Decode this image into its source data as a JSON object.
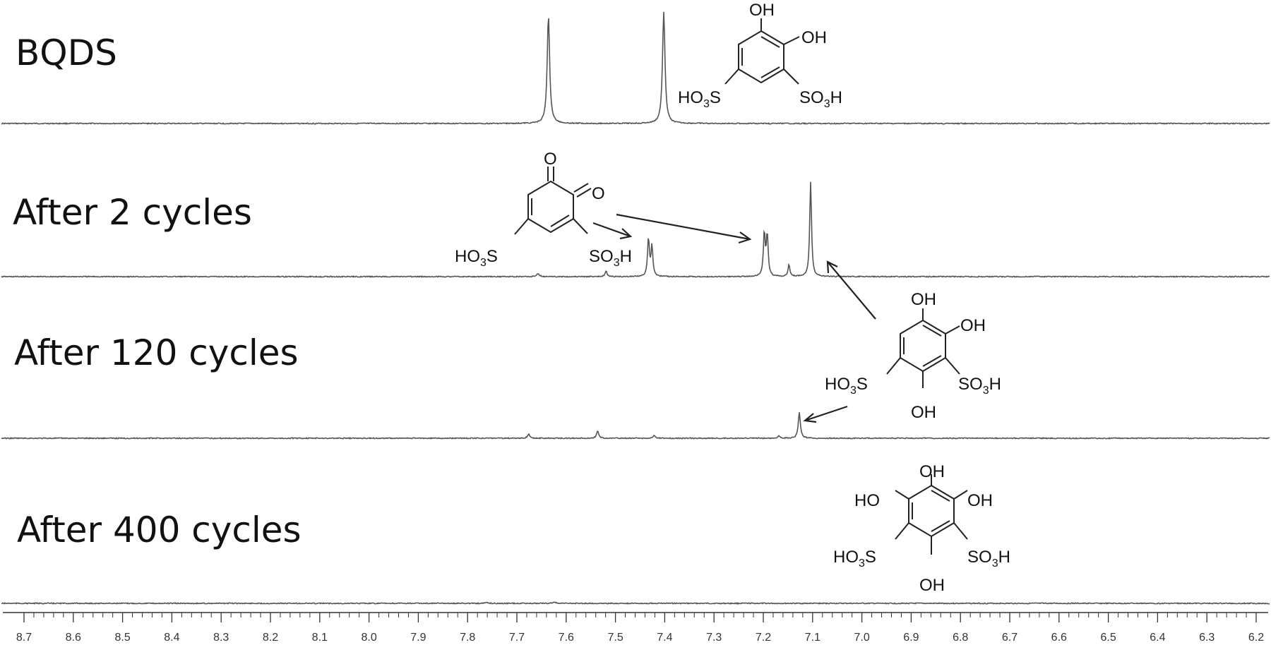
{
  "chart_data": {
    "type": "line",
    "title": "",
    "xlabel": "",
    "ylabel": "",
    "x_axis": {
      "min": 6.2,
      "max": 8.7,
      "reversed": true,
      "major_step": 0.1,
      "tick_labels": [
        "8.7",
        "8.6",
        "8.5",
        "8.4",
        "8.3",
        "8.2",
        "8.1",
        "8.0",
        "7.9",
        "7.8",
        "7.7",
        "7.6",
        "7.5",
        "7.4",
        "7.3",
        "7.2",
        "7.1",
        "7.0",
        "6.9",
        "6.8",
        "6.7",
        "6.6",
        "6.5",
        "6.4",
        "6.3",
        "6.2"
      ]
    },
    "grid": false,
    "legend": "none",
    "series": [
      {
        "name": "BQDS",
        "peaks": [
          {
            "ppm": 7.636,
            "height": 1.0,
            "width": 0.003
          },
          {
            "ppm": 7.402,
            "height": 1.04,
            "width": 0.003
          }
        ]
      },
      {
        "name": "After 2 cycles",
        "peaks": [
          {
            "ppm": 7.433,
            "height": 0.35,
            "width": 0.0022
          },
          {
            "ppm": 7.426,
            "height": 0.28,
            "width": 0.0022
          },
          {
            "ppm": 7.519,
            "height": 0.05,
            "width": 0.0025
          },
          {
            "ppm": 7.657,
            "height": 0.03,
            "width": 0.003
          },
          {
            "ppm": 7.198,
            "height": 0.4,
            "width": 0.0022
          },
          {
            "ppm": 7.192,
            "height": 0.38,
            "width": 0.0022
          },
          {
            "ppm": 7.148,
            "height": 0.11,
            "width": 0.0022
          },
          {
            "ppm": 7.104,
            "height": 0.88,
            "width": 0.0022
          }
        ]
      },
      {
        "name": "After 120 cycles",
        "peaks": [
          {
            "ppm": 7.127,
            "height": 0.24,
            "width": 0.0025
          },
          {
            "ppm": 7.536,
            "height": 0.07,
            "width": 0.0025
          },
          {
            "ppm": 7.676,
            "height": 0.035,
            "width": 0.003
          },
          {
            "ppm": 7.421,
            "height": 0.025,
            "width": 0.003
          },
          {
            "ppm": 7.168,
            "height": 0.02,
            "width": 0.003
          }
        ]
      },
      {
        "name": "After  400 cycles",
        "peaks": [
          {
            "ppm": 7.624,
            "height": 0.015,
            "width": 0.003
          },
          {
            "ppm": 7.762,
            "height": 0.01,
            "width": 0.003
          }
        ]
      }
    ]
  },
  "structures": {
    "bqds": {
      "oh_top": "OH",
      "oh_right": "OH",
      "left_group": "HO",
      "left_sub": "3",
      "left_tail": "S",
      "right_group": "SO",
      "right_sub": "3",
      "right_tail": "H"
    },
    "quinone": {
      "o_top": "O",
      "o_right": "O",
      "left_group": "HO",
      "left_sub": "3",
      "left_tail": "S",
      "right_group": "SO",
      "right_sub": "3",
      "right_tail": "H"
    },
    "trihydroxy": {
      "oh_top": "OH",
      "oh_right": "OH",
      "oh_bottom": "OH",
      "left_group": "HO",
      "left_sub": "3",
      "left_tail": "S",
      "right_group": "SO",
      "right_sub": "3",
      "right_tail": "H"
    },
    "tetrahydroxy": {
      "oh_top": "OH",
      "oh_left": "HO",
      "oh_right": "OH",
      "oh_bottom": "OH",
      "left_group": "HO",
      "left_sub": "3",
      "left_tail": "S",
      "right_group": "SO",
      "right_sub": "3",
      "right_tail": "H"
    }
  },
  "colors": {
    "trace": "#555555",
    "text": "#111111",
    "axis": "#333333"
  }
}
